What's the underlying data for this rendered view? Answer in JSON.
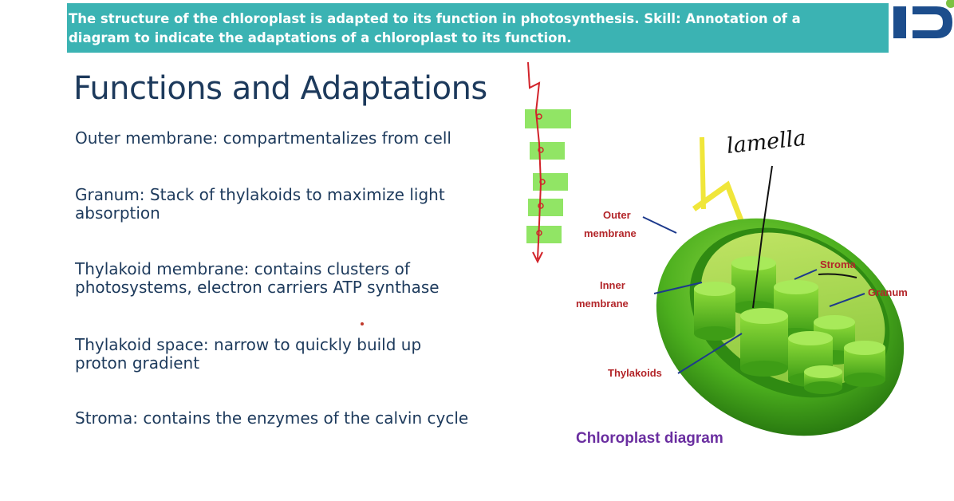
{
  "banner": {
    "line1": "The structure of the chloroplast is adapted to its function in photosynthesis. Skill: Annotation of a",
    "line2": "diagram to indicate the adaptations of a chloroplast to its function."
  },
  "slide": {
    "title": "Functions and Adaptations",
    "items": [
      {
        "line1": "Outer membrane: compartmentalizes from cell",
        "line2": ""
      },
      {
        "line1": "Granum: Stack of thylakoids to maximize light",
        "line2": "absorption"
      },
      {
        "line1": "Thylakoid membrane: contains clusters of",
        "line2": "photosystems, electron carriers ATP synthase"
      },
      {
        "line1": "Thylakoid space: narrow to quickly build up",
        "line2": "proton gradient"
      },
      {
        "line1": "Stroma: contains the enzymes of the calvin cycle",
        "line2": ""
      }
    ]
  },
  "diagram": {
    "labels": {
      "outer_membrane_1": "Outer",
      "outer_membrane_2": "membrane",
      "inner_membrane_1": "Inner",
      "inner_membrane_2": "membrane",
      "thylakoids": "Thylakoids",
      "stroma": "Stroma",
      "granum": "Granum"
    },
    "caption": "Chloroplast diagram",
    "handwritten_annotation": "lamella"
  },
  "colors": {
    "banner": "#3bb3b3",
    "title_text": "#1d3a5c",
    "label_text": "#b3262a",
    "caption_text": "#6a2ea0",
    "chloroplast_green": "#4caf1e",
    "logo_blue": "#1c4d8c"
  }
}
